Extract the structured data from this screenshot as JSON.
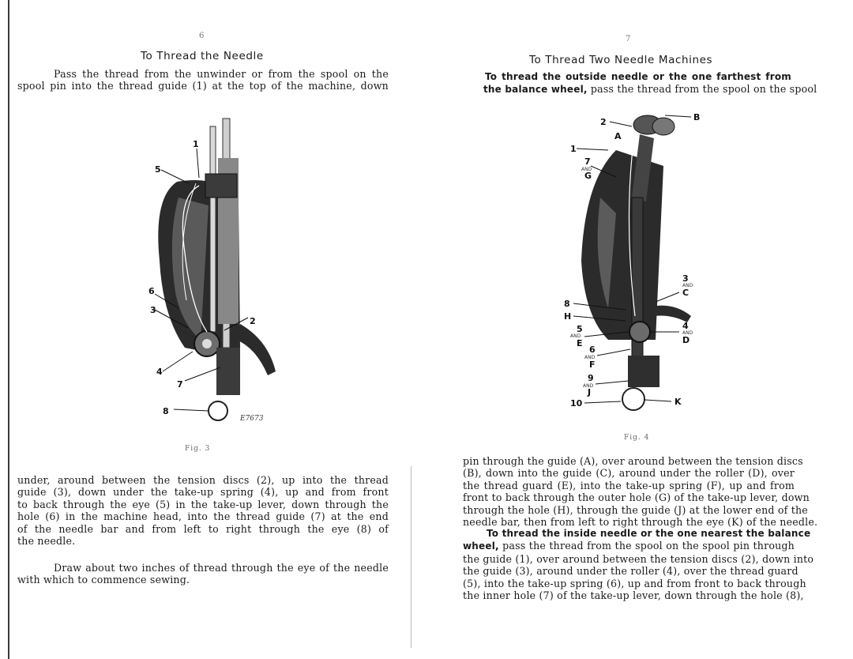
{
  "left_page": {
    "folio": "6",
    "title": "To Thread the Needle",
    "intro_lines": [
      "Pass the thread from the unwinder or from the spool on the",
      "spool pin into the thread guide (1) at the top of the machine, down"
    ],
    "figure_labels": [
      "1",
      "5",
      "6",
      "3",
      "2",
      "4",
      "7",
      "8"
    ],
    "plate_number": "E7673",
    "caption": "Fig. 3",
    "body_lines": [
      "under, around between the tension discs (2), up into the thread",
      "guide (3), down under the take-up spring (4), up and from front",
      "to back through the eye (5) in the take-up lever, down through the",
      "hole (6) in the machine head, into the thread guide (7) at the end",
      "of the needle bar and from left to right through the eye (8) of",
      "the needle."
    ],
    "closing_lines": [
      "Draw about two inches of thread through the eye of the needle",
      "with which to commence sewing."
    ]
  },
  "right_page": {
    "folio": "7",
    "title": "To Thread Two Needle Machines",
    "sub_heading": "To thread the outside needle or the one farthest from",
    "sub_heading_cont": "the balance wheel,",
    "sub_heading_tail": " pass the thread from the spool on the spool",
    "figure_labels": [
      "2",
      "A",
      "B",
      "1",
      "7",
      "AND",
      "G",
      "3",
      "AND",
      "C",
      "8",
      "H",
      "5",
      "AND",
      "E",
      "4",
      "AND",
      "D",
      "6",
      "AND",
      "F",
      "9",
      "AND",
      "J",
      "10",
      "K"
    ],
    "caption": "Fig. 4",
    "body_lines": [
      "pin through the guide (A), over around between the tension discs",
      "(B), down into the guide (C), around under the roller (D), over",
      "the thread guard (E), into the take-up spring (F), up and from",
      "front to back through the outer hole (G) of the take-up lever, down",
      "through the hole (H), through the guide (J) at the lower end of the",
      "needle bar, then from left to right through the eye (K) of the needle."
    ],
    "inside_heading": "To thread the inside needle or the one nearest the balance",
    "inside_heading_cont": "wheel,",
    "inside_tail": " pass the thread from the spool on the spool pin through",
    "inside_lines": [
      "the guide (1), over around between the tension discs (2), down into",
      "the guide (3), around under the roller (4), over the thread guard",
      "(5), into the take-up spring (6), up and from front to back through",
      "the inner hole (7) of the take-up lever, down through the hole (8),"
    ]
  }
}
